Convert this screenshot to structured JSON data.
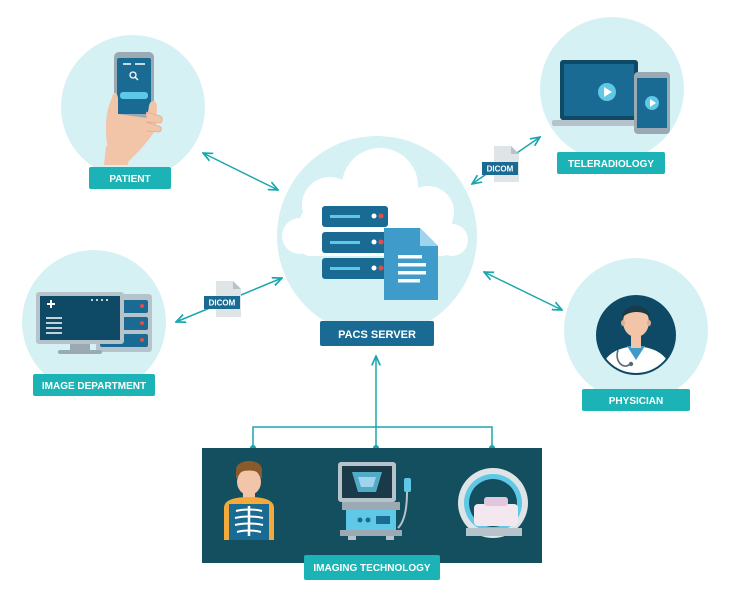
{
  "labels": {
    "patient": "PATIENT",
    "teleradiology": "TELERADIOLOGY",
    "pacs_server": "PACS SERVER",
    "image_department": "IMAGE DEPARTMENT",
    "physician": "PHYSICIAN",
    "imaging_technology": "IMAGING TECHNOLOGY"
  },
  "file_tags": {
    "dicom_top": "DICOM",
    "dicom_left": "DICOM"
  },
  "colors": {
    "circle_fill": "#d6f1f4",
    "label_teal": "#1bb3b5",
    "label_navy": "#1a6b93",
    "panel_dark": "#134f5e",
    "arrow": "#1aa6ad"
  }
}
